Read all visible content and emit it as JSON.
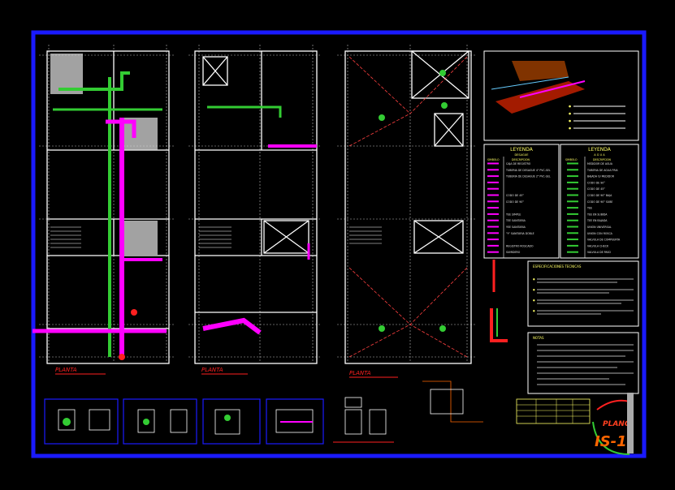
{
  "sheet": {
    "title_stamp": "IS-1",
    "plano_label": "PLANO"
  },
  "plans": {
    "plan1_title": "PLANTA",
    "plan2_title": "PLANTA",
    "plan3_title": "PLANTA"
  },
  "legend": {
    "left_header": "LEYENDA",
    "left_sub": "DESAGUE",
    "left_col1": "SIMBOLO",
    "left_col2": "DESCRIPCION",
    "right_header": "LEYENDA",
    "right_sub": "A G U A",
    "right_col1": "SIMBOLO",
    "right_col2": "DESCRIPCION",
    "left_items": [
      "CAJA DE REGISTRO",
      "TUBERIA DE DESAGUE 4\" PVC-SEL",
      "TUBERIA DE DESAGUE 2\" PVC-SEL",
      "",
      "",
      "CODO DE 45°",
      "CODO DE 90°",
      "",
      "TEE SIMPLE",
      "TEE SANITARIA",
      "YEE SANITARIA",
      "\"Y\" SANITARIA DOBLE",
      "",
      "REGISTRO ROSCADO",
      "SUMIDERO"
    ],
    "right_items": [
      "MEDIDOR DE AGUA",
      "TUBERIA DE AGUA FRIA",
      "BAJADA O/ MEDIDOR",
      "CODO DE 90°",
      "CODO DE 45°",
      "CODO DE 90° BAJA",
      "CODO DE 90° SUBE",
      "TEE",
      "TEE EN SUBIDA",
      "TEE EN BAJADA",
      "UNION UNIVERSAL",
      "UNION CON ROSCA",
      "VALVULA DE COMPUERTA",
      "VALVULA CHECK",
      "VALVULA DE PASO"
    ]
  },
  "notes": {
    "spec_title": "ESPECIFICACIONES TECNICAS",
    "general_title": "NOTAS"
  },
  "colors": {
    "frame": "#1a1aff",
    "pipe_magenta": "#ff00ff",
    "pipe_green": "#33cc33",
    "walls": "#ffffff",
    "grid": "#c0c0c0",
    "title_red": "#ff2020",
    "stamp_orange": "#ff6600"
  }
}
